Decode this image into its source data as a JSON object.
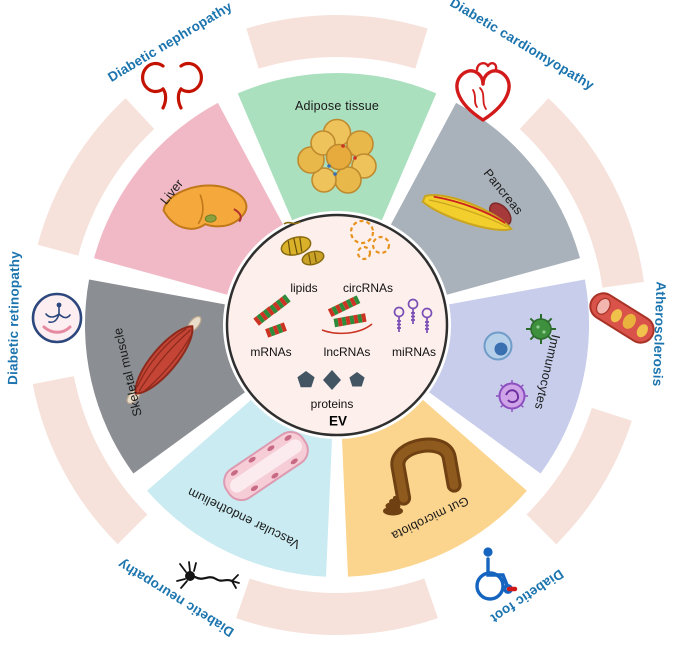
{
  "colors": {
    "outer_ring": "#f6e2db",
    "center_fill": "#fdf0ec",
    "disease_label": "#1b74ae"
  },
  "center": {
    "label": "EV",
    "cargo": {
      "lipids": "lipids",
      "circRNAs": "circRNAs",
      "mRNAs": "mRNAs",
      "lncRNAs": "lncRNAs",
      "miRNAs": "miRNAs",
      "proteins": "proteins"
    }
  },
  "segments": [
    {
      "label": "Adipose tissue",
      "color": "#abe0bf"
    },
    {
      "label": "Pancreas",
      "color": "#a9b2bb"
    },
    {
      "label": "Immunocytes",
      "color": "#c7cdea"
    },
    {
      "label": "Gut microbiota",
      "color": "#fbd48e"
    },
    {
      "label": "Vascular endothelium",
      "color": "#c9ebf1"
    },
    {
      "label": "Skeletal muscle",
      "color": "#8b8e92"
    },
    {
      "label": "Liver",
      "color": "#f1b9c5"
    }
  ],
  "diseases": [
    {
      "label": "Diabetic nephropathy",
      "icon": "kidney-icon"
    },
    {
      "label": "Diabetic cardiomyopathy",
      "icon": "heart-icon"
    },
    {
      "label": "Atherosclerosis",
      "icon": "artery-icon"
    },
    {
      "label": "Diabetic foot",
      "icon": "wheelchair-icon"
    },
    {
      "label": "Diabetic neuropathy",
      "icon": "neuron-icon"
    },
    {
      "label": "Diabetic retinopathy",
      "icon": "eye-icon"
    }
  ]
}
